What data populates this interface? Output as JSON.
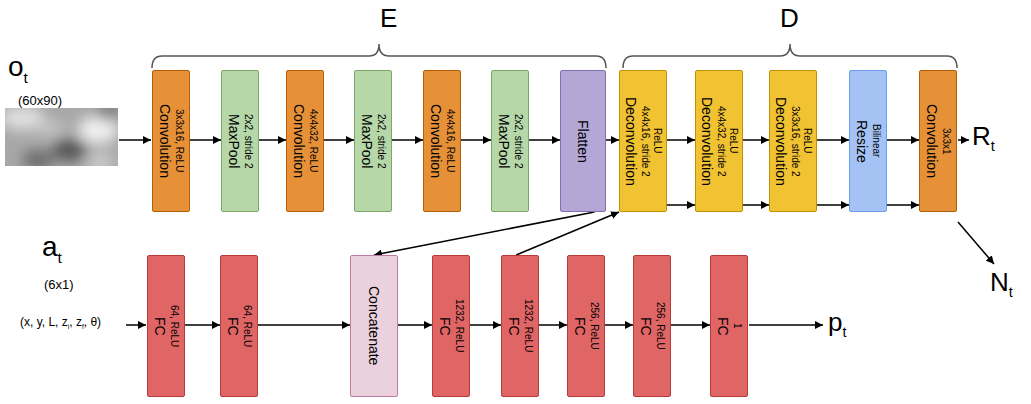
{
  "diagram": {
    "nodes": [
      {
        "text": [
          "Convolution",
          "3x3x16, ReLU"
        ]
      },
      {
        "text": [
          "MaxPool",
          "2x2, stride 2"
        ]
      },
      {
        "text": [
          "Convolution",
          "4x4x32, ReLU"
        ]
      },
      {
        "text": [
          "MaxPool",
          "2x2, stride 2"
        ]
      },
      {
        "text": [
          "Convolution",
          "4x4x16, ReLU"
        ]
      },
      {
        "text": [
          "MaxPool",
          "2x2, stride 2"
        ]
      },
      {
        "text": [
          "Flatten"
        ]
      },
      {
        "text": [
          "Deconvolution",
          "4x4x16, stride 2 ReLU"
        ]
      },
      {
        "text": [
          "Deconvolution",
          "4x4x32, stride 2 ReLU"
        ]
      },
      {
        "text": [
          "Deconvolution",
          "3x3x16, stride 2 ReLU"
        ]
      },
      {
        "text": [
          "Resize",
          "Bilinear"
        ]
      },
      {
        "text": [
          "Convolution",
          "3x3x1"
        ]
      },
      {
        "text": [
          "FC",
          "64, ReLU"
        ]
      },
      {
        "text": [
          "FC",
          "64, ReLU"
        ]
      },
      {
        "text": [
          "Concatenate"
        ]
      },
      {
        "text": [
          "FC",
          "1232, ReLU"
        ]
      },
      {
        "text": [
          "FC",
          "1232, ReLU"
        ]
      },
      {
        "text": [
          "FC",
          "256, ReLU"
        ]
      },
      {
        "text": [
          "FC",
          "256, ReLU"
        ]
      },
      {
        "text": [
          "FC",
          "1"
        ]
      }
    ],
    "edges": [
      {
        "from": 0,
        "to": 1,
        "arrow": "to"
      },
      {
        "from": 1,
        "to": 2,
        "arrow": "to"
      },
      {
        "from": 2,
        "to": 3,
        "arrow": "to"
      },
      {
        "from": 3,
        "to": 4,
        "arrow": "to"
      },
      {
        "from": 4,
        "to": 5,
        "arrow": "to"
      },
      {
        "from": 5,
        "to": 6,
        "arrow": "to"
      },
      {
        "from": 6,
        "to": 7,
        "arrow": "to"
      },
      {
        "from": 7,
        "to": 8,
        "arrow": "to"
      },
      {
        "from": 7,
        "to": 8,
        "arrow": "to"
      },
      {
        "from": 8,
        "to": 9,
        "arrow": "to"
      },
      {
        "from": 8,
        "to": 9,
        "arrow": "to"
      },
      {
        "from": 9,
        "to": 10,
        "arrow": "to"
      },
      {
        "from": 9,
        "to": 10,
        "arrow": "to"
      },
      {
        "from": 10,
        "to": 11,
        "arrow": "to"
      },
      {
        "from": 10,
        "to": 11,
        "arrow": "to"
      },
      {
        "from": 12,
        "to": 13,
        "arrow": "to"
      },
      {
        "from": 13,
        "to": 14,
        "arrow": "to"
      },
      {
        "from": 14,
        "to": 15,
        "arrow": "to"
      },
      {
        "from": 15,
        "to": 16,
        "arrow": "to"
      },
      {
        "from": 16,
        "to": 17,
        "arrow": "to"
      },
      {
        "from": 17,
        "to": 18,
        "arrow": "to"
      },
      {
        "from": 18,
        "to": 19,
        "arrow": "to"
      },
      {
        "from": 6,
        "to": 14,
        "arrow": "to"
      },
      {
        "from": 16,
        "to": 7,
        "arrow": "to"
      }
    ],
    "labels": [
      "E",
      "D",
      "o",
      "t",
      "(60x90)",
      "R",
      "t",
      "N",
      "t",
      "a",
      "t",
      "(6x1)",
      "(x, y, L, z",
      "i",
      ", z",
      "f",
      ", θ)",
      "p",
      "t"
    ]
  }
}
